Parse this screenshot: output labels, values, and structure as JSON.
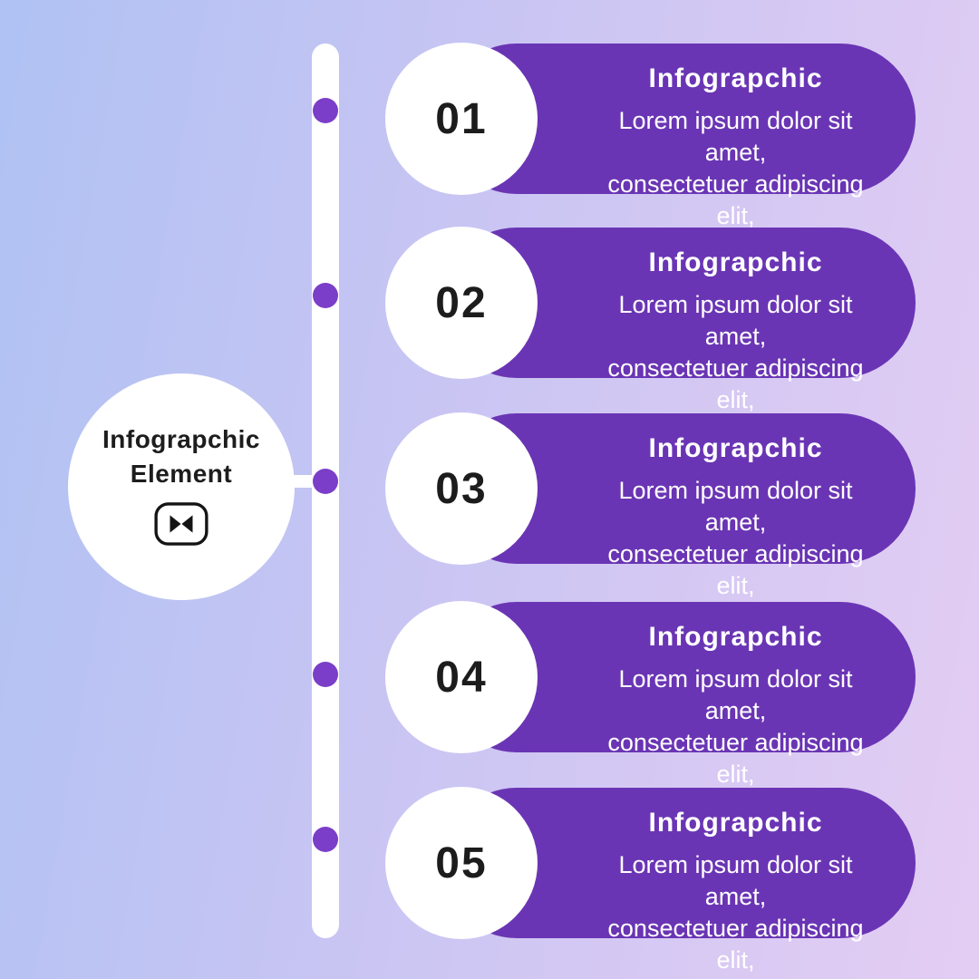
{
  "badge": {
    "line1": "Infograpchic",
    "line2": "Element",
    "logo": "capcut-logo"
  },
  "items": [
    {
      "number": "01",
      "title": "Infograpchic",
      "body_line1": "Lorem ipsum dolor sit amet,",
      "body_line2": "consectetuer adipiscing elit,"
    },
    {
      "number": "02",
      "title": "Infograpchic",
      "body_line1": "Lorem ipsum dolor sit amet,",
      "body_line2": "consectetuer adipiscing elit,"
    },
    {
      "number": "03",
      "title": "Infograpchic",
      "body_line1": "Lorem ipsum dolor sit amet,",
      "body_line2": "consectetuer adipiscing elit,"
    },
    {
      "number": "04",
      "title": "Infograpchic",
      "body_line1": "Lorem ipsum dolor sit amet,",
      "body_line2": "consectetuer adipiscing elit,"
    },
    {
      "number": "05",
      "title": "Infograpchic",
      "body_line1": "Lorem ipsum dolor sit amet,",
      "body_line2": "consectetuer adipiscing elit,"
    }
  ],
  "colors": {
    "pill": "#6a35b4",
    "dot": "#7b3ec9",
    "bg_left": "#afc2f3",
    "bg_right": "#e4cdf3",
    "number_text": "#1c1c1c",
    "pill_text": "#ffffff"
  }
}
